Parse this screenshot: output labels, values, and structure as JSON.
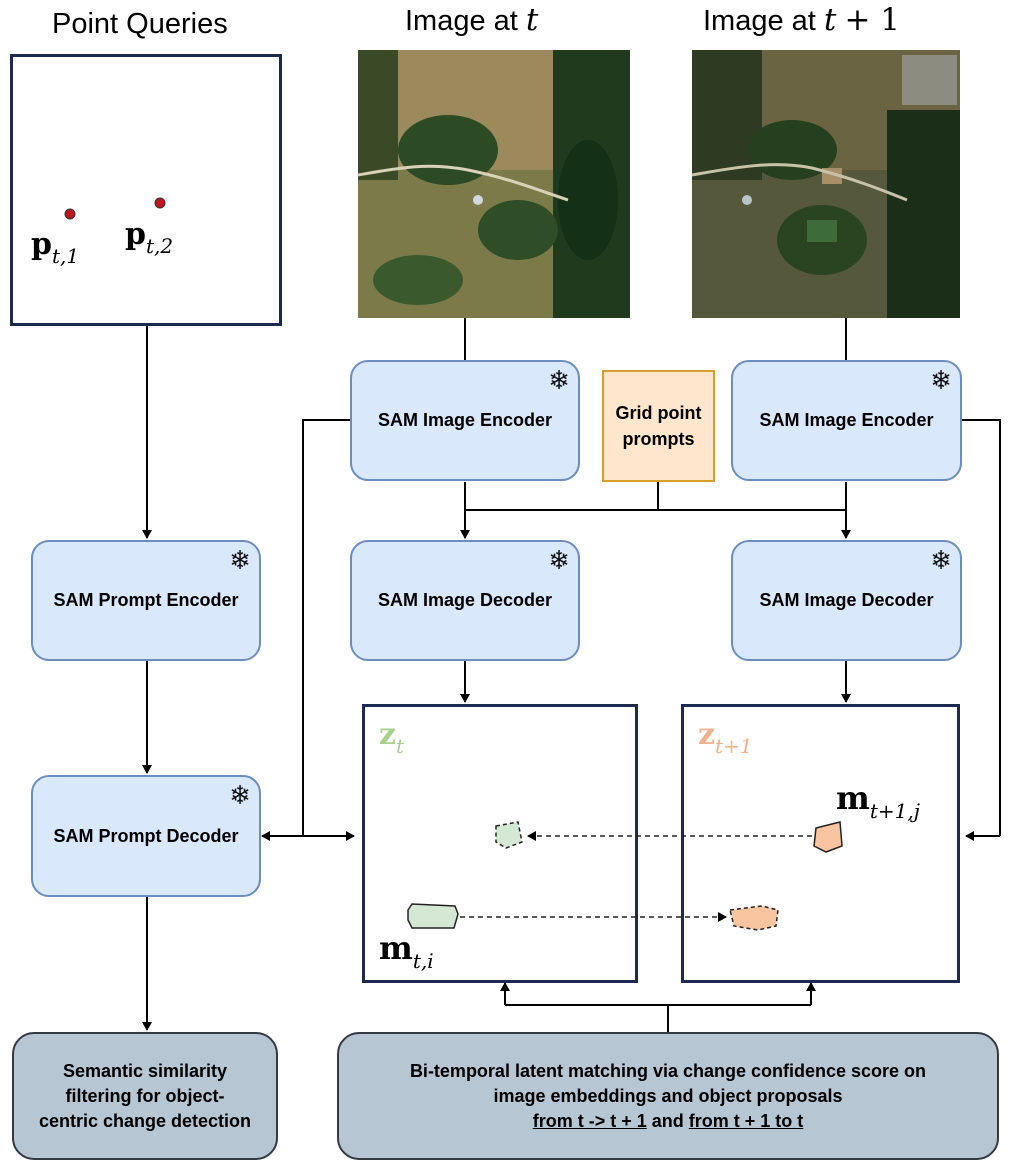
{
  "headers": {
    "point_queries": "Point Queries",
    "image_t_prefix": "Image at",
    "image_t_var": "t",
    "image_t1_prefix": "Image at",
    "image_t1_var": "t",
    "image_t1_plus": "+ 1"
  },
  "points": {
    "p1_base": "p",
    "p1_sub": "t,1",
    "p2_base": "p",
    "p2_sub": "t,2",
    "dot_color": "#c0141f"
  },
  "modules": {
    "encoder_t": "SAM Image Encoder",
    "encoder_t1": "SAM Image Encoder",
    "grid_prompts_line1": "Grid point",
    "grid_prompts_line2": "prompts",
    "decoder_t": "SAM Image Decoder",
    "decoder_t1": "SAM Image Decoder",
    "prompt_encoder": "SAM Prompt Encoder",
    "prompt_decoder": "SAM Prompt Decoder",
    "frozen_icon": "snowflake-icon",
    "frozen_symbol": "❄"
  },
  "latents": {
    "zt_base": "z",
    "zt_sub": "t",
    "zt_color": "#a8d28c",
    "zt1_base": "z",
    "zt1_sub": "t+1",
    "zt1_color": "#f3b08a",
    "m_ti_base": "m",
    "m_ti_sub": "t,i",
    "m_t1j_base": "m",
    "m_t1j_sub": "t+1,j",
    "green_fill": "#d5e8d4",
    "orange_fill": "#f8c5a0"
  },
  "outputs": {
    "semantic_line1": "Semantic similarity",
    "semantic_line2": "filtering for object-",
    "semantic_line3": "centric change detection",
    "matching_line1": "Bi-temporal latent matching via change confidence score on",
    "matching_line2": "image embeddings and object proposals",
    "matching_link1": "from t -> t + 1",
    "matching_and": " and ",
    "matching_link2": "from t + 1 to t"
  },
  "colors": {
    "module_fill": "#dae8fc",
    "module_border": "#6c8ebf",
    "prompt_fill": "#ffe6cc",
    "prompt_border": "#d6a02a",
    "output_fill": "#b7c6d3",
    "frame_border": "#1b2a4e"
  }
}
